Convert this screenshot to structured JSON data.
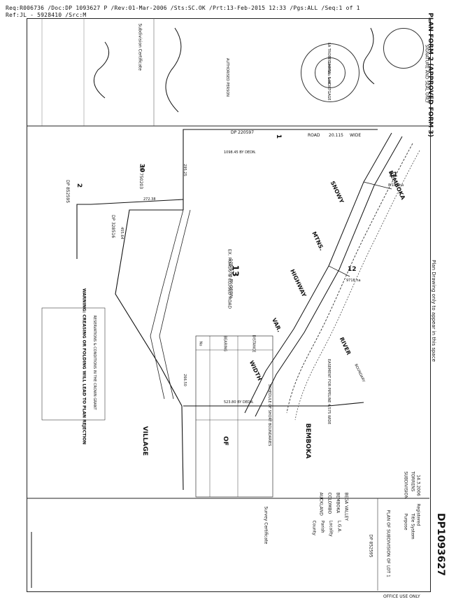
{
  "header": {
    "line1": "Req:R006736 /Doc:DP 1093627 P /Rev:01-Mar-2006 /Sts:SC.OK /Prt:13-Feb-2015 12:33 /Pgs:ALL /Seq:1 of 1",
    "line2": "Ref:JL - 5928410 /Src:M"
  },
  "plan": {
    "form_title": "PLAN FORM 2 (APPROVED FORM 3)",
    "signature_header": "SIGNATURE AND SEAL ONLY",
    "plan_drawing_note": "Plan Drawing only to appear in this space",
    "dp_number": "DP1093627",
    "office_use": "OFFICE USE ONLY",
    "registered_label": "Registered",
    "registered_date": "14.3.2006",
    "title_system_label": "Title System",
    "title_system": "TORRENS",
    "purpose_label": "Purpose",
    "purpose": "SUBDIVISION",
    "plan_of": "PLAN OF SUBDIVISION OF LOT 1",
    "plan_of_ref": "DP 852595",
    "lga_label": "L.G.A.",
    "lga": "BEGA VALLEY",
    "locality_label": "Locality",
    "locality": "BEMBOKA",
    "parish_label": "Parish",
    "parish": "COLOMBO",
    "county_label": "County",
    "county": "AUCKLAND",
    "survey_certificate": "Survey Certificate",
    "subdivision_certificate": "Subdivision Certificate",
    "warning": "WARNING: CREASING OR FOLDING WILL LEAD TO PLAN REJECTION",
    "seal_text_1": "LA TROBE CAPITAL & MORTGAGE",
    "seal_text_2": "Common Seal",
    "authorised_person": "AUTHORISED PERSON",
    "road_width": "20.115",
    "road_word": "ROAD",
    "wide_word": "WIDE",
    "place_words": [
      "VILLAGE",
      "OF",
      "BEMBOKA"
    ],
    "river_words": [
      "BEMBOKA",
      "RIVER",
      "BOUNDARY"
    ],
    "highway_words": [
      "SNOWY",
      "MTNS.",
      "HIGHWAY",
      "VAR.",
      "WIDTH"
    ],
    "lots": {
      "lot11": "11",
      "lot12": "12",
      "lot13": "13",
      "lot13_area": "125.5 ha BY DEDN.",
      "lot13_note": "EX. ROADS & CLOSED ROAD",
      "lot30": "30",
      "lot2": "2",
      "lot1": "1"
    },
    "dp_refs": [
      "DP 220597",
      "DP 750203",
      "DP 852595",
      "DP 328516"
    ],
    "dims": [
      "1098.45 BY DEDN.",
      "523.80 BY DEDN.",
      "295.25",
      "272.38",
      "455.64",
      "266.50",
      "9718 ha",
      "8.183 ha"
    ],
    "schedule_title": "SCHEDULE OF SHORT BOUNDARIES",
    "schedule_headers": [
      "No",
      "BEARING",
      "DISTANCE"
    ],
    "reservations_title": "RESERVATIONS & CONDITIONS IN THE CROWN GRANT",
    "easement_note": "EASEMENT FOR PIPELINE 4.575 WIDE"
  }
}
